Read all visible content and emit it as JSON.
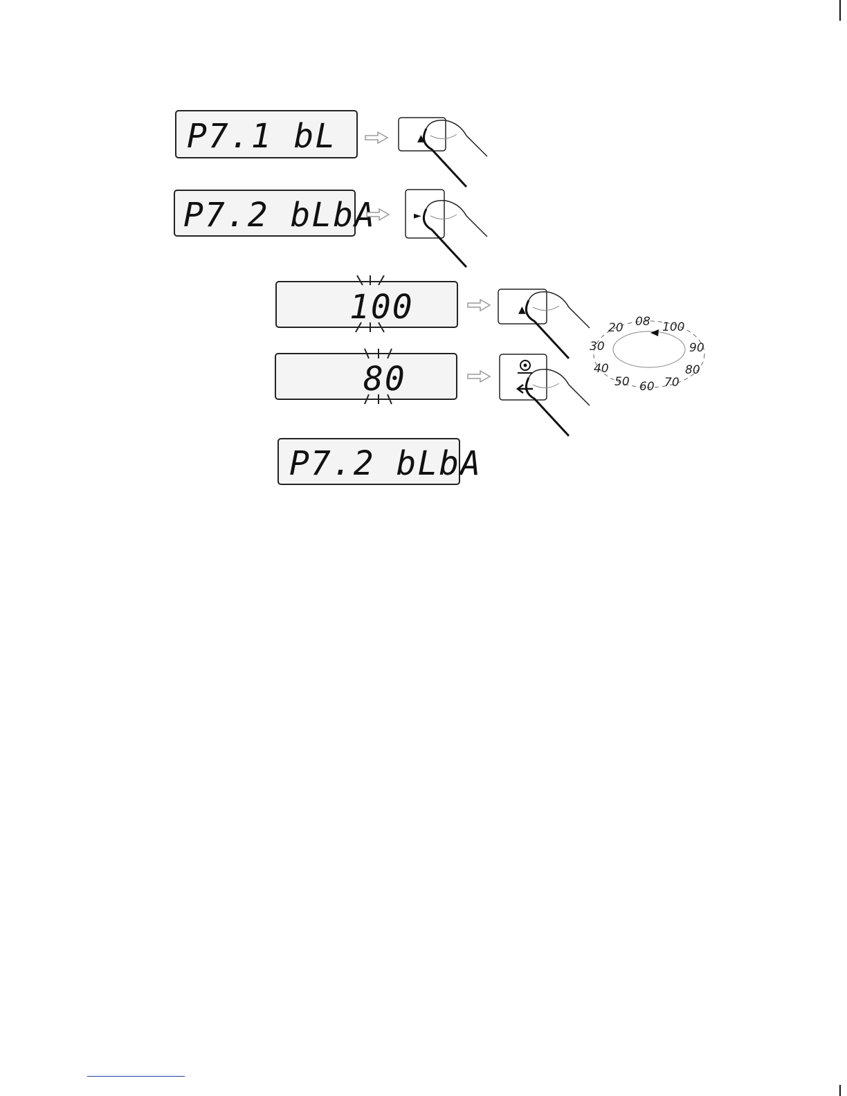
{
  "displays": {
    "d1": "P7.1  bL",
    "d2": "P7.2  bLbA",
    "d3": "100",
    "d4": "80",
    "d5": "P7.2 bLbA"
  },
  "keys": {
    "k1": {
      "icon": "up-arrow-icon",
      "glyph": "▲"
    },
    "k2": {
      "icon": "right-arrow-icon",
      "glyph": "►"
    },
    "k3": {
      "icon": "up-arrow-icon",
      "glyph": "▲"
    },
    "k4": {
      "icon": "enter-key-icon"
    }
  },
  "dial": {
    "labels": [
      "100",
      "90",
      "80",
      "70",
      "60",
      "50",
      "40",
      "30",
      "20",
      "08"
    ]
  },
  "colors": {
    "outline": "#222222",
    "display_fill": "#f4f4f4",
    "arrow": "#9a9a9a"
  }
}
